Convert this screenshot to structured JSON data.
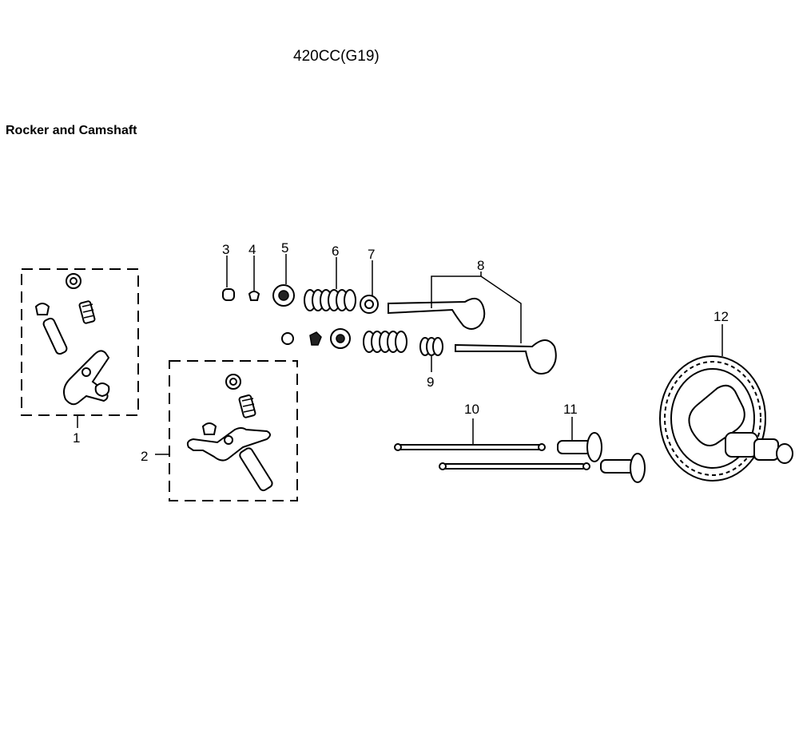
{
  "header": {
    "model": "420CC(G19)",
    "section": "Rocker and Camshaft"
  },
  "callouts": [
    {
      "id": "callout-1",
      "label": "1"
    },
    {
      "id": "callout-2",
      "label": "2"
    },
    {
      "id": "callout-3",
      "label": "3"
    },
    {
      "id": "callout-4",
      "label": "4"
    },
    {
      "id": "callout-5",
      "label": "5"
    },
    {
      "id": "callout-6",
      "label": "6"
    },
    {
      "id": "callout-7",
      "label": "7"
    },
    {
      "id": "callout-8",
      "label": "8"
    },
    {
      "id": "callout-9",
      "label": "9"
    },
    {
      "id": "callout-10",
      "label": "10"
    },
    {
      "id": "callout-11",
      "label": "11"
    },
    {
      "id": "callout-12",
      "label": "12"
    }
  ]
}
